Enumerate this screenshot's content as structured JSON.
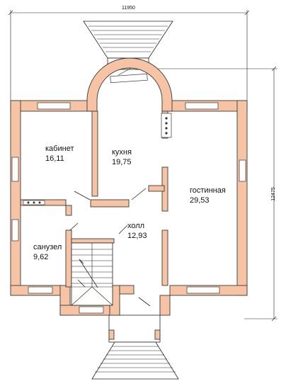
{
  "dimensions": {
    "width": "11950",
    "height": "12475"
  },
  "rooms": [
    {
      "name": "кабинет",
      "area": "16,11"
    },
    {
      "name": "кухня",
      "area": "19,75"
    },
    {
      "name": "гостинная",
      "area": "29,53"
    },
    {
      "name": "холл",
      "area": "12,93"
    },
    {
      "name": "санузел",
      "area": "9,62"
    }
  ],
  "colors": {
    "wall_fill": "#f6c4a4",
    "wall_stroke": "#3a3a3a",
    "floor": "#ffffff"
  }
}
